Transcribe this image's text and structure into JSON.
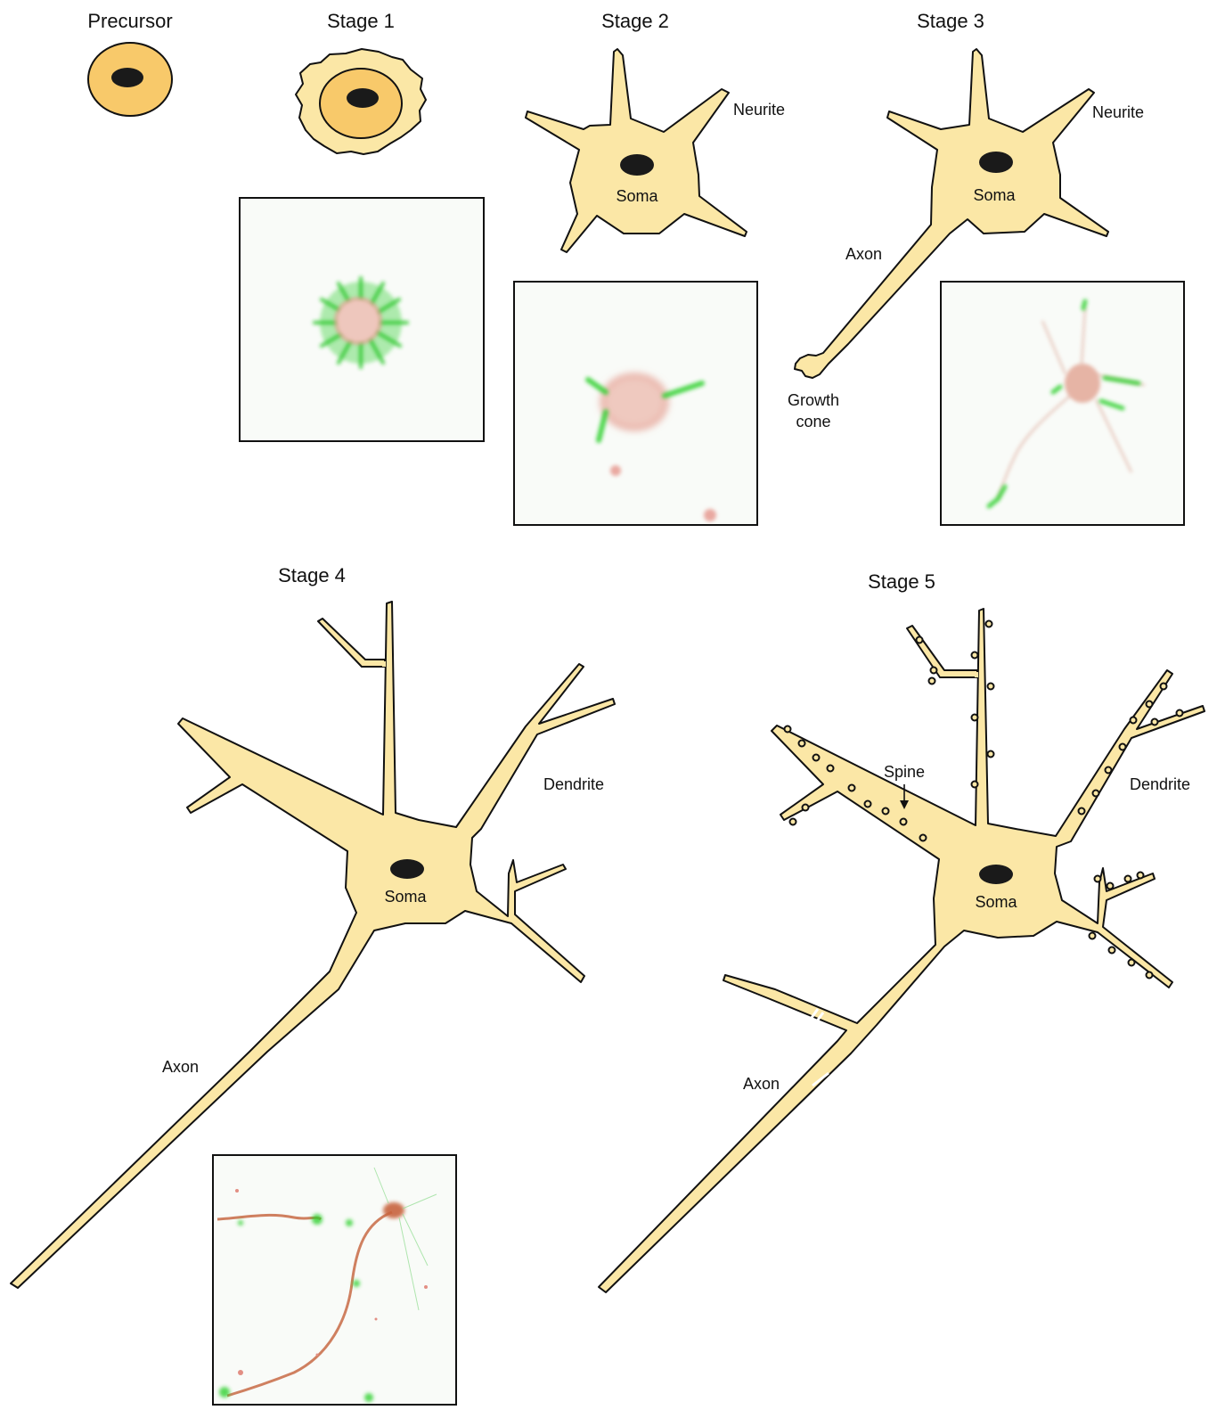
{
  "stages": {
    "precursor": "Precursor",
    "stage1": "Stage 1",
    "stage2": "Stage 2",
    "stage3": "Stage 3",
    "stage4": "Stage 4",
    "stage5": "Stage 5"
  },
  "labels": {
    "neurite": "Neurite",
    "soma": "Soma",
    "axon": "Axon",
    "growth_line1": "Growth",
    "growth_line2": "cone",
    "dendrite": "Dendrite",
    "spine": "Spine"
  },
  "colors": {
    "cell_fill": "#fbe7a6",
    "precursor_fill": "#f8c96a",
    "nucleus": "#1a1a1a",
    "actin_green": "#2fd02f",
    "tubulin_red": "#d9776a"
  }
}
